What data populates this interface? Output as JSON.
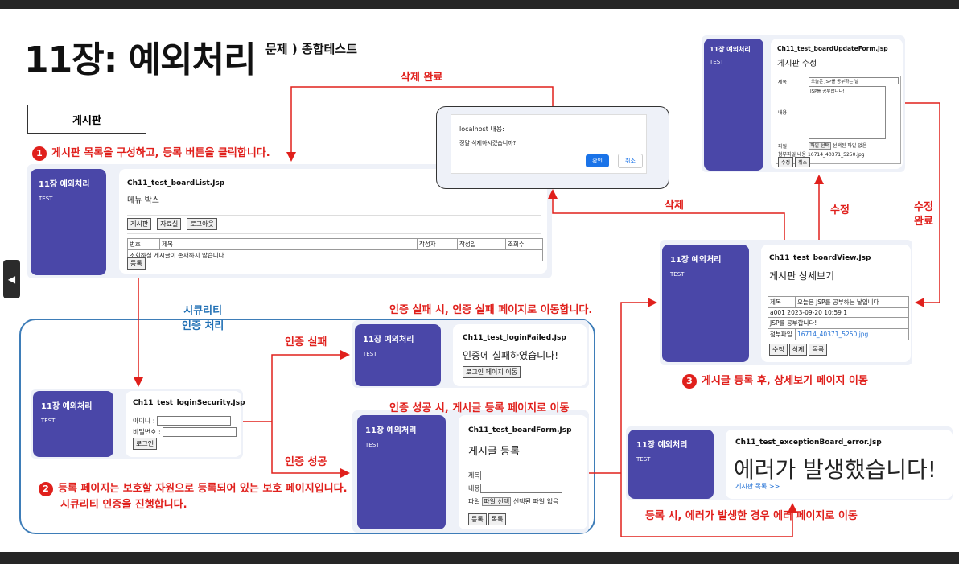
{
  "header": {
    "title": "11장: 예외처리",
    "subtitle": "문제 ) 종합테스트"
  },
  "board_label": "게시판",
  "sidebar_title": "11장 예외처리",
  "sidebar_sub": "TEST",
  "step1": {
    "num": "1",
    "text": "게시판 목록을 구성하고, 등록 버튼을 클릭합니다."
  },
  "step2": {
    "num": "2",
    "line1": "등록 페이지는 보호할 자원으로 등록되어 있는 보호 페이지입니다.",
    "line2": "시큐리티 인증을 진행합니다."
  },
  "step3": {
    "num": "3",
    "text": "게시글 등록 후, 상세보기 페이지 이동"
  },
  "labels": {
    "delete_done": "삭제 완료",
    "delete": "삭제",
    "edit": "수정",
    "edit_done_1": "수정",
    "edit_done_2": "완료",
    "security_1": "시큐리티",
    "security_2": "인증 처리",
    "auth_fail": "인증 실패",
    "auth_success": "인증 성공",
    "auth_fail_note": "인증 실패 시, 인증 실패 페이지로 이동합니다.",
    "auth_success_note": "인증 성공 시, 게시글 등록 페이지로 이동",
    "error_note": "등록 시, 에러가 발생한 경우 에러 페이지로 이동"
  },
  "boardList": {
    "file": "Ch11_test_boardList.Jsp",
    "heading": "메뉴 박스",
    "menu": [
      "게시판",
      "자료실",
      "로그아웃"
    ],
    "columns": [
      "번호",
      "제목",
      "작성자",
      "작성일",
      "조회수"
    ],
    "empty": "조회하실 게시글이 존재하지 않습니다.",
    "register": "등록"
  },
  "dialog": {
    "title": "localhost 내용:",
    "message": "정말 삭제하시겠습니까?",
    "ok": "확인",
    "cancel": "취소"
  },
  "updateForm": {
    "file": "Ch11_test_boardUpdateForm.Jsp",
    "heading": "게시판 수정",
    "title_label": "제목",
    "title_value": "오늘은 JSP를 공부하는 날",
    "content_label": "내용",
    "content_value": "JSP를 공부합니다!",
    "file_label": "파일",
    "file_btn": "파일 선택",
    "file_none": "선택된 파일 없음",
    "attach_label": "첨부파일 내용",
    "attach_value": "16714_40371_5250.jpg",
    "buttons": [
      "수정",
      "취소"
    ]
  },
  "boardView": {
    "file": "Ch11_test_boardView.Jsp",
    "heading": "게시판 상세보기",
    "rows": [
      [
        "제목",
        "오늘은 JSP를 공부하는 날입니다"
      ],
      [
        "a001 2023-09-20 10:59 1"
      ],
      [
        "JSP를 공부합니다!"
      ],
      [
        "첨부파일",
        "16714_40371_5250.jpg"
      ]
    ],
    "buttons": [
      "수정",
      "삭제",
      "목록"
    ]
  },
  "loginSecurity": {
    "file": "Ch11_test_loginSecurity.Jsp",
    "id_label": "아이디 :",
    "pw_label": "비밀번호 :",
    "login": "로그인"
  },
  "loginFailed": {
    "file": "Ch11_test_loginFailed.Jsp",
    "heading": "인증에 실패하였습니다!",
    "button": "로그인 페이지 이동"
  },
  "boardForm": {
    "file": "Ch11_test_boardForm.Jsp",
    "heading": "게시글 등록",
    "title_label": "제목",
    "content_label": "내용",
    "file_label": "파일",
    "file_btn": "파일 선택",
    "file_none": "선택된 파일 없음",
    "buttons": [
      "등록",
      "목록"
    ]
  },
  "errorPage": {
    "file": "Ch11_test_exceptionBoard_error.Jsp",
    "heading": "에러가 발생했습니다!",
    "link": "게시판 목록 >>"
  },
  "colors": {
    "accent_red": "#e0201c",
    "sidebar_purple": "#4a47a8",
    "frame_blue": "#3e7db8"
  }
}
